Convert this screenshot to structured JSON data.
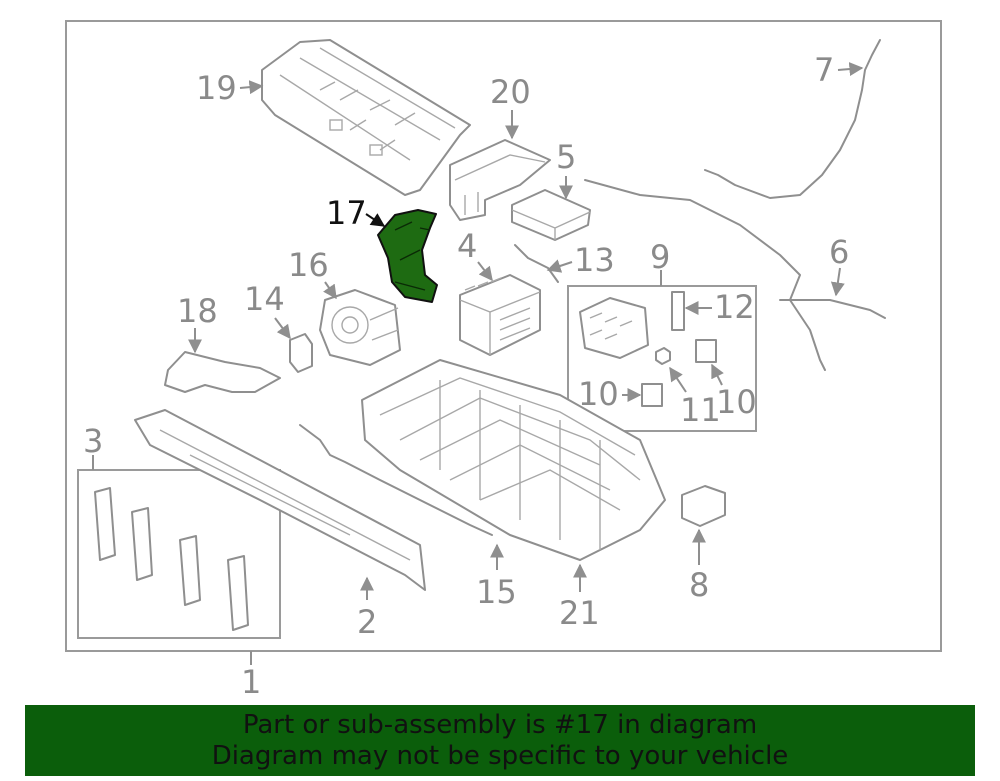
{
  "diagram": {
    "callouts": {
      "c1": "1",
      "c2": "2",
      "c3": "3",
      "c4": "4",
      "c5": "5",
      "c6": "6",
      "c7": "7",
      "c8": "8",
      "c9": "9",
      "c10a": "10",
      "c10b": "10",
      "c11": "11",
      "c12": "12",
      "c13": "13",
      "c14": "14",
      "c15": "15",
      "c16": "16",
      "c17": "17",
      "c18": "18",
      "c19": "19",
      "c20": "20",
      "c21": "21"
    },
    "highlight_color": "#1e6b12",
    "highlighted_part": "17"
  },
  "banner": {
    "line1": "Part or sub-assembly is #17 in diagram",
    "line2": "Diagram may not be specific to your vehicle",
    "color": "#0b5e0b"
  }
}
